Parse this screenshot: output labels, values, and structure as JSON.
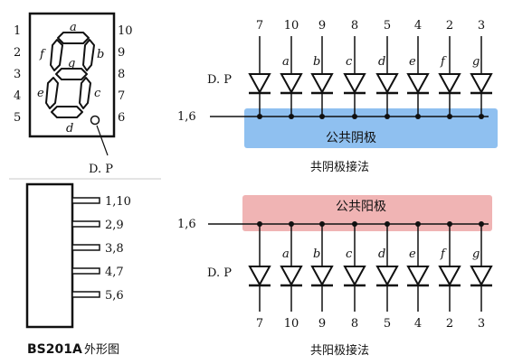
{
  "display": {
    "left_pins": [
      "1",
      "2",
      "3",
      "4",
      "5"
    ],
    "right_pins": [
      "10",
      "9",
      "8",
      "7",
      "6"
    ],
    "segments": {
      "a": "a",
      "b": "b",
      "c": "c",
      "d": "d",
      "e": "e",
      "f": "f",
      "g": "g"
    },
    "dp_label": "D. P"
  },
  "package": {
    "pins": [
      "1,10",
      "2,9",
      "3,8",
      "4,7",
      "5,6"
    ],
    "title_model": "BS201A",
    "title_suffix": " 外形图"
  },
  "cathode": {
    "pin_numbers": [
      "7",
      "10",
      "9",
      "8",
      "5",
      "4",
      "2",
      "3"
    ],
    "segment_labels": [
      "",
      "a",
      "b",
      "c",
      "d",
      "e",
      "f",
      "g"
    ],
    "dp_label": "D. P",
    "common_pin_label": "1,6",
    "band_label": "公共阴极",
    "caption": "共阴极接法",
    "band_color": "#8fc0f0"
  },
  "anode": {
    "pin_numbers": [
      "7",
      "10",
      "9",
      "8",
      "5",
      "4",
      "2",
      "3"
    ],
    "segment_labels": [
      "",
      "a",
      "b",
      "c",
      "d",
      "e",
      "f",
      "g"
    ],
    "dp_label": "D. P",
    "common_pin_label": "1,6",
    "band_label": "公共阳极",
    "caption": "共阳极接法",
    "band_color": "#f0b4b4"
  }
}
